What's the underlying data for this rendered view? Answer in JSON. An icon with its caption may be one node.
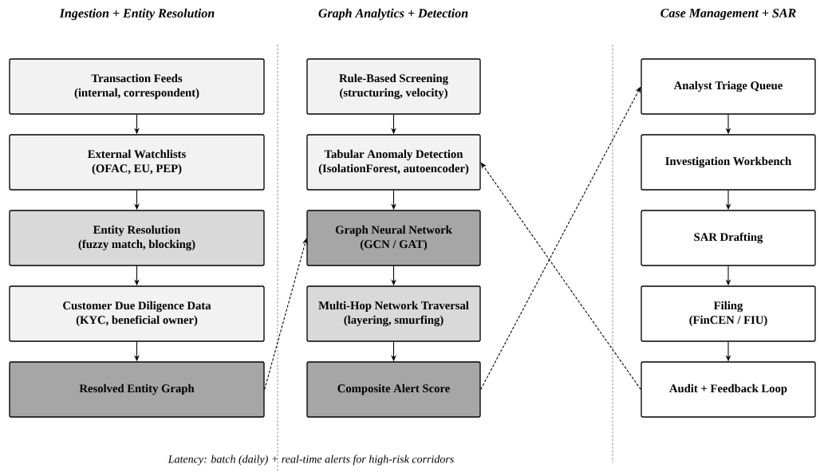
{
  "diagram": {
    "caption": "Latency: batch (daily) + real-time alerts for high-risk corridors",
    "nodes": [
      {
        "text": [
          "Transaction Feeds",
          "(internal, correspondent)"
        ]
      },
      {
        "text": [
          "External Watchlists",
          "(OFAC, EU, PEP)"
        ]
      },
      {
        "text": [
          "Entity Resolution",
          "(fuzzy match, blocking)"
        ]
      },
      {
        "text": [
          "Customer Due Diligence Data",
          "(KYC, beneficial owner)"
        ]
      },
      {
        "text": [
          "Resolved Entity Graph"
        ]
      },
      {
        "text": [
          "Rule-Based Screening",
          "(structuring, velocity)"
        ]
      },
      {
        "text": [
          "Tabular Anomaly Detection",
          "(IsolationForest, autoencoder)"
        ]
      },
      {
        "text": [
          "Graph Neural Network",
          "(GCN / GAT)"
        ]
      },
      {
        "text": [
          "Multi-Hop Network Traversal",
          "(layering, smurfing)"
        ]
      },
      {
        "text": [
          "Composite Alert Score"
        ]
      },
      {
        "text": [
          "Analyst Triage Queue"
        ]
      },
      {
        "text": [
          "Investigation Workbench"
        ]
      },
      {
        "text": [
          "SAR Drafting"
        ]
      },
      {
        "text": [
          "Filing",
          "(FinCEN / FIU)"
        ]
      },
      {
        "text": [
          "Audit + Feedback Loop"
        ]
      }
    ],
    "edges": [
      {
        "from": 0,
        "to": 1,
        "arrow": "to"
      },
      {
        "from": 1,
        "to": 2,
        "arrow": "to"
      },
      {
        "from": 2,
        "to": 3,
        "arrow": "to"
      },
      {
        "from": 3,
        "to": 4,
        "arrow": "to"
      },
      {
        "from": 5,
        "to": 6,
        "arrow": "to"
      },
      {
        "from": 6,
        "to": 7,
        "arrow": "to"
      },
      {
        "from": 7,
        "to": 8,
        "arrow": "to"
      },
      {
        "from": 8,
        "to": 9,
        "arrow": "to"
      },
      {
        "from": 10,
        "to": 11,
        "arrow": "to"
      },
      {
        "from": 11,
        "to": 12,
        "arrow": "to"
      },
      {
        "from": 12,
        "to": 13,
        "arrow": "to"
      },
      {
        "from": 13,
        "to": 14,
        "arrow": "to"
      },
      {
        "from": 4,
        "to": 7,
        "arrow": "to",
        "style": "dashed"
      },
      {
        "from": 9,
        "to": 10,
        "arrow": "to",
        "style": "dashed"
      },
      {
        "from": 14,
        "to": 6,
        "arrow": "to",
        "style": "dashed"
      }
    ],
    "labels": [
      "Ingestion + Entity Resolution",
      "Graph Analytics + Detection",
      "Case Management + SAR"
    ]
  }
}
